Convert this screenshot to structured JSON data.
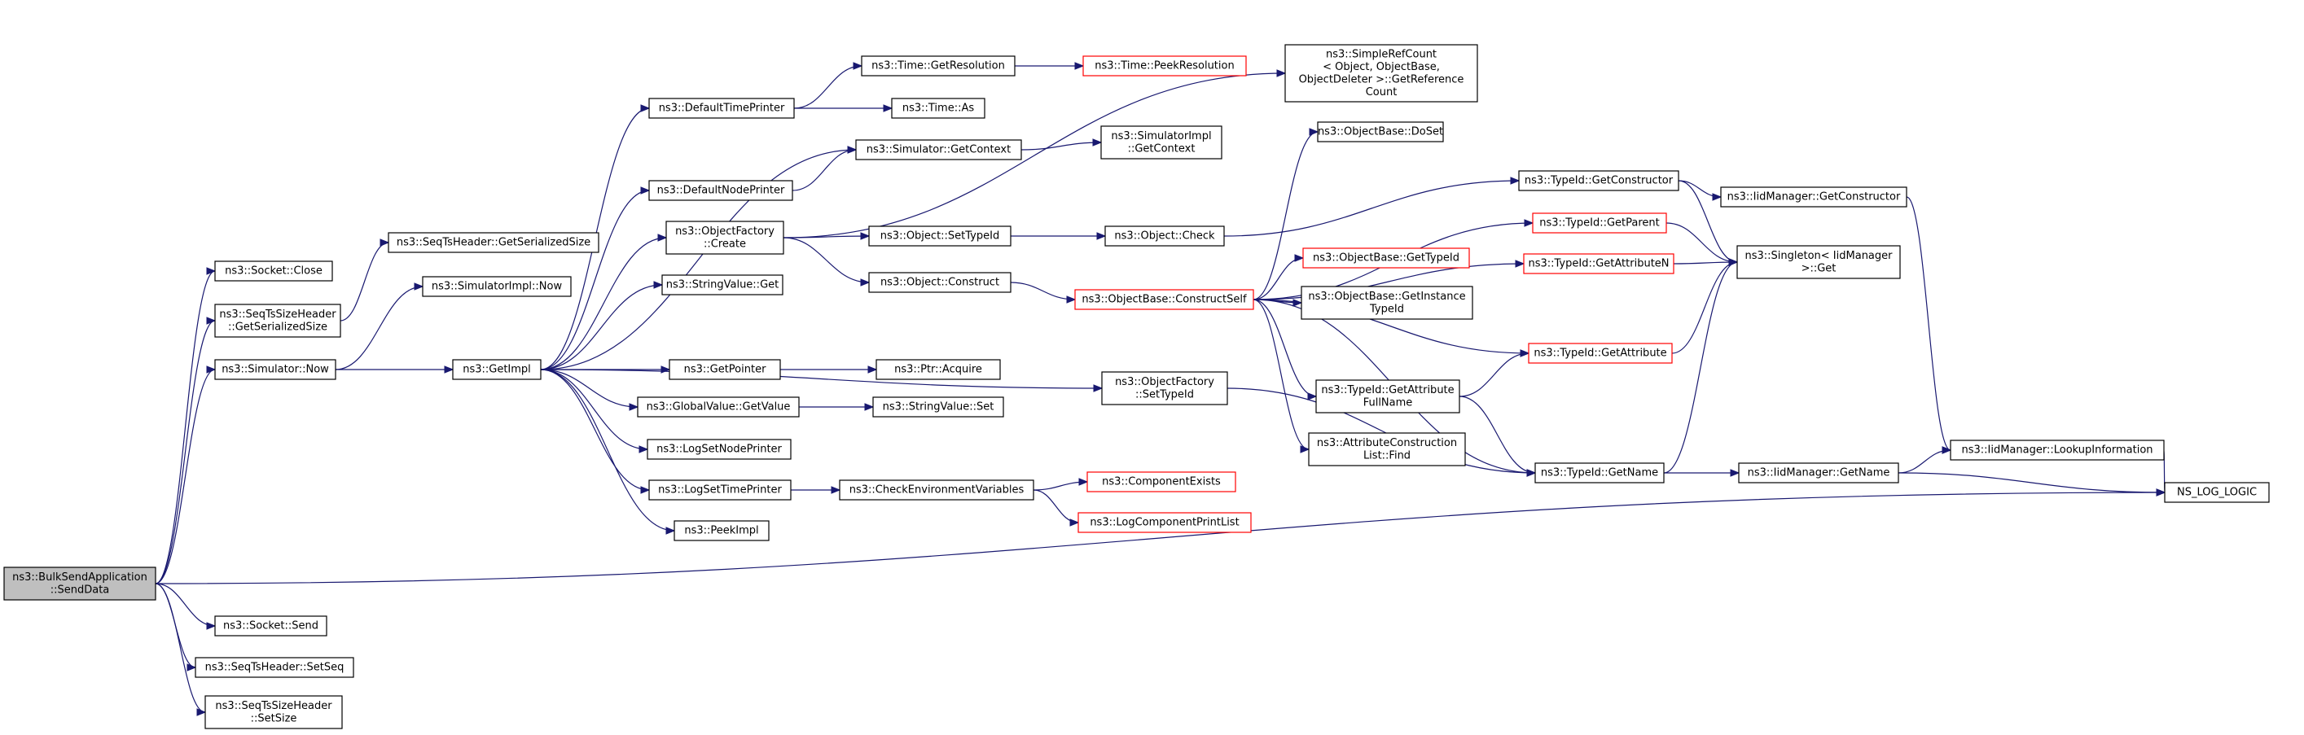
{
  "colors": {
    "edge": "#191970",
    "border_normal": "#000000",
    "border_truncated": "#ff0000",
    "fill_normal": "#ffffff",
    "fill_root": "#bfbfbf"
  },
  "nodes": [
    {
      "id": "root",
      "lines": [
        "ns3::BulkSendApplication",
        "::SendData"
      ],
      "style": "root"
    },
    {
      "id": "socket_close",
      "lines": [
        "ns3::Socket::Close"
      ],
      "style": "normal"
    },
    {
      "id": "seqts_getser",
      "lines": [
        "ns3::SeqTsSizeHeader",
        "::GetSerializedSize"
      ],
      "style": "normal"
    },
    {
      "id": "sim_now",
      "lines": [
        "ns3::Simulator::Now"
      ],
      "style": "normal"
    },
    {
      "id": "socket_send",
      "lines": [
        "ns3::Socket::Send"
      ],
      "style": "normal"
    },
    {
      "id": "seqts_setseq",
      "lines": [
        "ns3::SeqTsHeader::SetSeq"
      ],
      "style": "normal"
    },
    {
      "id": "seqts_setsize",
      "lines": [
        "ns3::SeqTsSizeHeader",
        "::SetSize"
      ],
      "style": "normal"
    },
    {
      "id": "seqtsh_getser",
      "lines": [
        "ns3::SeqTsHeader::GetSerializedSize"
      ],
      "style": "normal"
    },
    {
      "id": "simimpl_now",
      "lines": [
        "ns3::SimulatorImpl::Now"
      ],
      "style": "normal"
    },
    {
      "id": "getimpl",
      "lines": [
        "ns3::GetImpl"
      ],
      "style": "normal"
    },
    {
      "id": "def_time_printer",
      "lines": [
        "ns3::DefaultTimePrinter"
      ],
      "style": "normal"
    },
    {
      "id": "def_node_printer",
      "lines": [
        "ns3::DefaultNodePrinter"
      ],
      "style": "normal"
    },
    {
      "id": "objfactory_create",
      "lines": [
        "ns3::ObjectFactory",
        "::Create"
      ],
      "style": "normal"
    },
    {
      "id": "stringvalue_get",
      "lines": [
        "ns3::StringValue::Get"
      ],
      "style": "normal"
    },
    {
      "id": "getpointer",
      "lines": [
        "ns3::GetPointer"
      ],
      "style": "normal"
    },
    {
      "id": "gv_getvalue",
      "lines": [
        "ns3::GlobalValue::GetValue"
      ],
      "style": "normal"
    },
    {
      "id": "logsetnode",
      "lines": [
        "ns3::LogSetNodePrinter"
      ],
      "style": "normal"
    },
    {
      "id": "logsettime",
      "lines": [
        "ns3::LogSetTimePrinter"
      ],
      "style": "normal"
    },
    {
      "id": "peekimpl",
      "lines": [
        "ns3::PeekImpl"
      ],
      "style": "normal"
    },
    {
      "id": "time_getres",
      "lines": [
        "ns3::Time::GetResolution"
      ],
      "style": "normal"
    },
    {
      "id": "time_as",
      "lines": [
        "ns3::Time::As"
      ],
      "style": "normal"
    },
    {
      "id": "sim_getcontext",
      "lines": [
        "ns3::Simulator::GetContext"
      ],
      "style": "normal"
    },
    {
      "id": "object_settypeid",
      "lines": [
        "ns3::Object::SetTypeId"
      ],
      "style": "normal"
    },
    {
      "id": "object_construct",
      "lines": [
        "ns3::Object::Construct"
      ],
      "style": "normal"
    },
    {
      "id": "ptr_acquire",
      "lines": [
        "ns3::Ptr::Acquire"
      ],
      "style": "normal"
    },
    {
      "id": "stringvalue_set",
      "lines": [
        "ns3::StringValue::Set"
      ],
      "style": "normal"
    },
    {
      "id": "check_env",
      "lines": [
        "ns3::CheckEnvironmentVariables"
      ],
      "style": "normal"
    },
    {
      "id": "time_peekres",
      "lines": [
        "ns3::Time::PeekResolution"
      ],
      "style": "truncated"
    },
    {
      "id": "simimpl_getcontext",
      "lines": [
        "ns3::SimulatorImpl",
        "::GetContext"
      ],
      "style": "normal"
    },
    {
      "id": "object_check",
      "lines": [
        "ns3::Object::Check"
      ],
      "style": "normal"
    },
    {
      "id": "objbase_constructself",
      "lines": [
        "ns3::ObjectBase::ConstructSelf"
      ],
      "style": "truncated"
    },
    {
      "id": "objfactory_settypeid",
      "lines": [
        "ns3::ObjectFactory",
        "::SetTypeId"
      ],
      "style": "normal"
    },
    {
      "id": "component_exists",
      "lines": [
        "ns3::ComponentExists"
      ],
      "style": "truncated"
    },
    {
      "id": "logcomp_printlist",
      "lines": [
        "ns3::LogComponentPrintList"
      ],
      "style": "truncated"
    },
    {
      "id": "simplerefcount",
      "lines": [
        "ns3::SimpleRefCount",
        "< Object, ObjectBase,",
        "ObjectDeleter >::GetReference",
        "Count"
      ],
      "style": "normal"
    },
    {
      "id": "objbase_doset",
      "lines": [
        "ns3::ObjectBase::DoSet"
      ],
      "style": "normal"
    },
    {
      "id": "objbase_gettypeid",
      "lines": [
        "ns3::ObjectBase::GetTypeId"
      ],
      "style": "truncated"
    },
    {
      "id": "objbase_getinstance",
      "lines": [
        "ns3::ObjectBase::GetInstance",
        "TypeId"
      ],
      "style": "normal"
    },
    {
      "id": "typeid_getattrfull",
      "lines": [
        "ns3::TypeId::GetAttribute",
        "FullName"
      ],
      "style": "normal"
    },
    {
      "id": "attrconstruct_find",
      "lines": [
        "ns3::AttributeConstruction",
        "List::Find"
      ],
      "style": "normal"
    },
    {
      "id": "typeid_getctor",
      "lines": [
        "ns3::TypeId::GetConstructor"
      ],
      "style": "normal"
    },
    {
      "id": "typeid_getparent",
      "lines": [
        "ns3::TypeId::GetParent"
      ],
      "style": "truncated"
    },
    {
      "id": "typeid_getattrn",
      "lines": [
        "ns3::TypeId::GetAttributeN"
      ],
      "style": "truncated"
    },
    {
      "id": "typeid_getattr",
      "lines": [
        "ns3::TypeId::GetAttribute"
      ],
      "style": "truncated"
    },
    {
      "id": "typeid_getname",
      "lines": [
        "ns3::TypeId::GetName"
      ],
      "style": "normal"
    },
    {
      "id": "iidmgr_getctor",
      "lines": [
        "ns3::IidManager::GetConstructor"
      ],
      "style": "normal"
    },
    {
      "id": "singleton_get",
      "lines": [
        "ns3::Singleton< IidManager",
        ">::Get"
      ],
      "style": "normal"
    },
    {
      "id": "iidmgr_getname",
      "lines": [
        "ns3::IidManager::GetName"
      ],
      "style": "normal"
    },
    {
      "id": "iidmgr_lookup",
      "lines": [
        "ns3::IidManager::LookupInformation"
      ],
      "style": "normal"
    },
    {
      "id": "ns_log_logic",
      "lines": [
        "NS_LOG_LOGIC"
      ],
      "style": "normal"
    }
  ],
  "edges": [
    [
      "root",
      "socket_close"
    ],
    [
      "root",
      "seqts_getser"
    ],
    [
      "root",
      "sim_now"
    ],
    [
      "root",
      "socket_send"
    ],
    [
      "root",
      "seqts_setseq"
    ],
    [
      "root",
      "seqts_setsize"
    ],
    [
      "root",
      "ns_log_logic"
    ],
    [
      "seqts_getser",
      "seqtsh_getser"
    ],
    [
      "sim_now",
      "simimpl_now"
    ],
    [
      "sim_now",
      "getimpl"
    ],
    [
      "getimpl",
      "def_time_printer"
    ],
    [
      "getimpl",
      "def_node_printer"
    ],
    [
      "getimpl",
      "objfactory_create"
    ],
    [
      "getimpl",
      "stringvalue_get"
    ],
    [
      "getimpl",
      "getpointer"
    ],
    [
      "getimpl",
      "gv_getvalue"
    ],
    [
      "getimpl",
      "logsetnode"
    ],
    [
      "getimpl",
      "logsettime"
    ],
    [
      "getimpl",
      "peekimpl"
    ],
    [
      "getimpl",
      "sim_getcontext"
    ],
    [
      "getimpl",
      "objfactory_settypeid"
    ],
    [
      "def_time_printer",
      "time_getres"
    ],
    [
      "def_time_printer",
      "time_as"
    ],
    [
      "def_node_printer",
      "sim_getcontext"
    ],
    [
      "objfactory_create",
      "object_settypeid"
    ],
    [
      "objfactory_create",
      "object_construct"
    ],
    [
      "objfactory_create",
      "simplerefcount"
    ],
    [
      "getpointer",
      "ptr_acquire"
    ],
    [
      "gv_getvalue",
      "stringvalue_set"
    ],
    [
      "logsettime",
      "check_env"
    ],
    [
      "time_getres",
      "time_peekres"
    ],
    [
      "sim_getcontext",
      "simimpl_getcontext"
    ],
    [
      "object_settypeid",
      "object_check"
    ],
    [
      "object_construct",
      "objbase_constructself"
    ],
    [
      "check_env",
      "component_exists"
    ],
    [
      "check_env",
      "logcomp_printlist"
    ],
    [
      "object_check",
      "typeid_getctor"
    ],
    [
      "objfactory_settypeid",
      "typeid_getname"
    ],
    [
      "objbase_constructself",
      "objbase_doset"
    ],
    [
      "objbase_constructself",
      "objbase_gettypeid"
    ],
    [
      "objbase_constructself",
      "objbase_getinstance"
    ],
    [
      "objbase_constructself",
      "typeid_getattrfull"
    ],
    [
      "objbase_constructself",
      "attrconstruct_find"
    ],
    [
      "objbase_constructself",
      "typeid_getparent"
    ],
    [
      "objbase_constructself",
      "typeid_getattrn"
    ],
    [
      "objbase_constructself",
      "typeid_getattr"
    ],
    [
      "objbase_constructself",
      "typeid_getname"
    ],
    [
      "typeid_getattrfull",
      "typeid_getattr"
    ],
    [
      "typeid_getattrfull",
      "typeid_getname"
    ],
    [
      "typeid_getctor",
      "iidmgr_getctor"
    ],
    [
      "typeid_getctor",
      "singleton_get"
    ],
    [
      "typeid_getparent",
      "singleton_get"
    ],
    [
      "typeid_getattrn",
      "singleton_get"
    ],
    [
      "typeid_getattr",
      "singleton_get"
    ],
    [
      "typeid_getname",
      "singleton_get"
    ],
    [
      "typeid_getname",
      "iidmgr_getname"
    ],
    [
      "iidmgr_getctor",
      "iidmgr_lookup"
    ],
    [
      "iidmgr_getname",
      "iidmgr_lookup"
    ],
    [
      "iidmgr_getname",
      "ns_log_logic"
    ],
    [
      "iidmgr_lookup",
      "ns_log_logic"
    ]
  ]
}
